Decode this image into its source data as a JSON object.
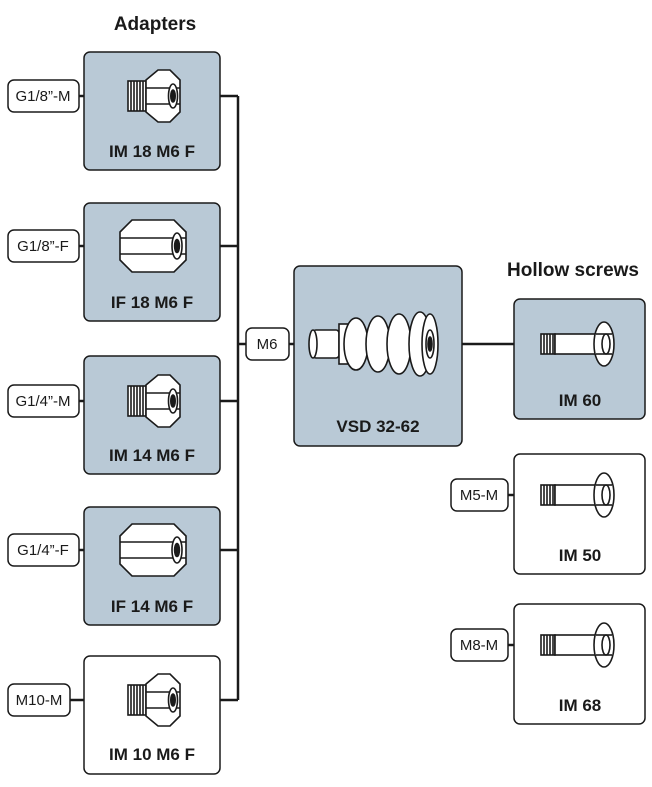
{
  "headings": {
    "adapters": "Adapters",
    "hollow_screws": "Hollow screws"
  },
  "colors": {
    "box_shaded": "#b9c9d6",
    "box_plain": "#ffffff",
    "outline": "#1a1a1a"
  },
  "center": {
    "port_label": "M6",
    "part": "VSD 32-62",
    "icon": "suction-cup-bellows-icon"
  },
  "adapters": [
    {
      "label": "IM 18 M6 F",
      "port": "G1/8”-M",
      "icon": "hex-nipple-male-icon",
      "shaded": true
    },
    {
      "label": "IF 18 M6 F",
      "port": "G1/8”-F",
      "icon": "hex-socket-female-icon",
      "shaded": true
    },
    {
      "label": "IM 14 M6 F",
      "port": "G1/4”-M",
      "icon": "hex-nipple-male-icon",
      "shaded": true
    },
    {
      "label": "IF 14 M6 F",
      "port": "G1/4”-F",
      "icon": "hex-socket-female-icon",
      "shaded": true
    },
    {
      "label": "IM 10 M6 F",
      "port": "M10-M",
      "icon": "hex-nipple-male-icon",
      "shaded": false
    }
  ],
  "hollow_screws": [
    {
      "label": "IM 60",
      "port": "",
      "icon": "hollow-screw-icon",
      "shaded": true
    },
    {
      "label": "IM 50",
      "port": "M5-M",
      "icon": "hollow-screw-icon",
      "shaded": false
    },
    {
      "label": "IM 68",
      "port": "M8-M",
      "icon": "hollow-screw-icon",
      "shaded": false
    }
  ]
}
